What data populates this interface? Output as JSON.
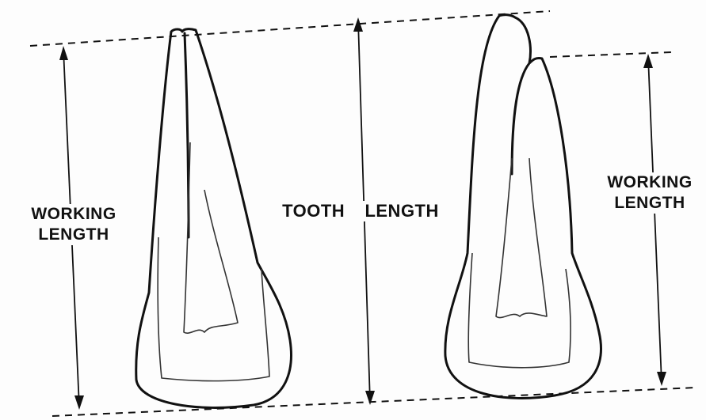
{
  "labels": {
    "left_working": [
      "WORKING",
      "LENGTH"
    ],
    "tooth_length": [
      "TOOTH",
      "LENGTH"
    ],
    "right_working": [
      "WORKING",
      "LENGTH"
    ]
  },
  "colors": {
    "ink": "#111111",
    "background": "#fdfdfd"
  }
}
